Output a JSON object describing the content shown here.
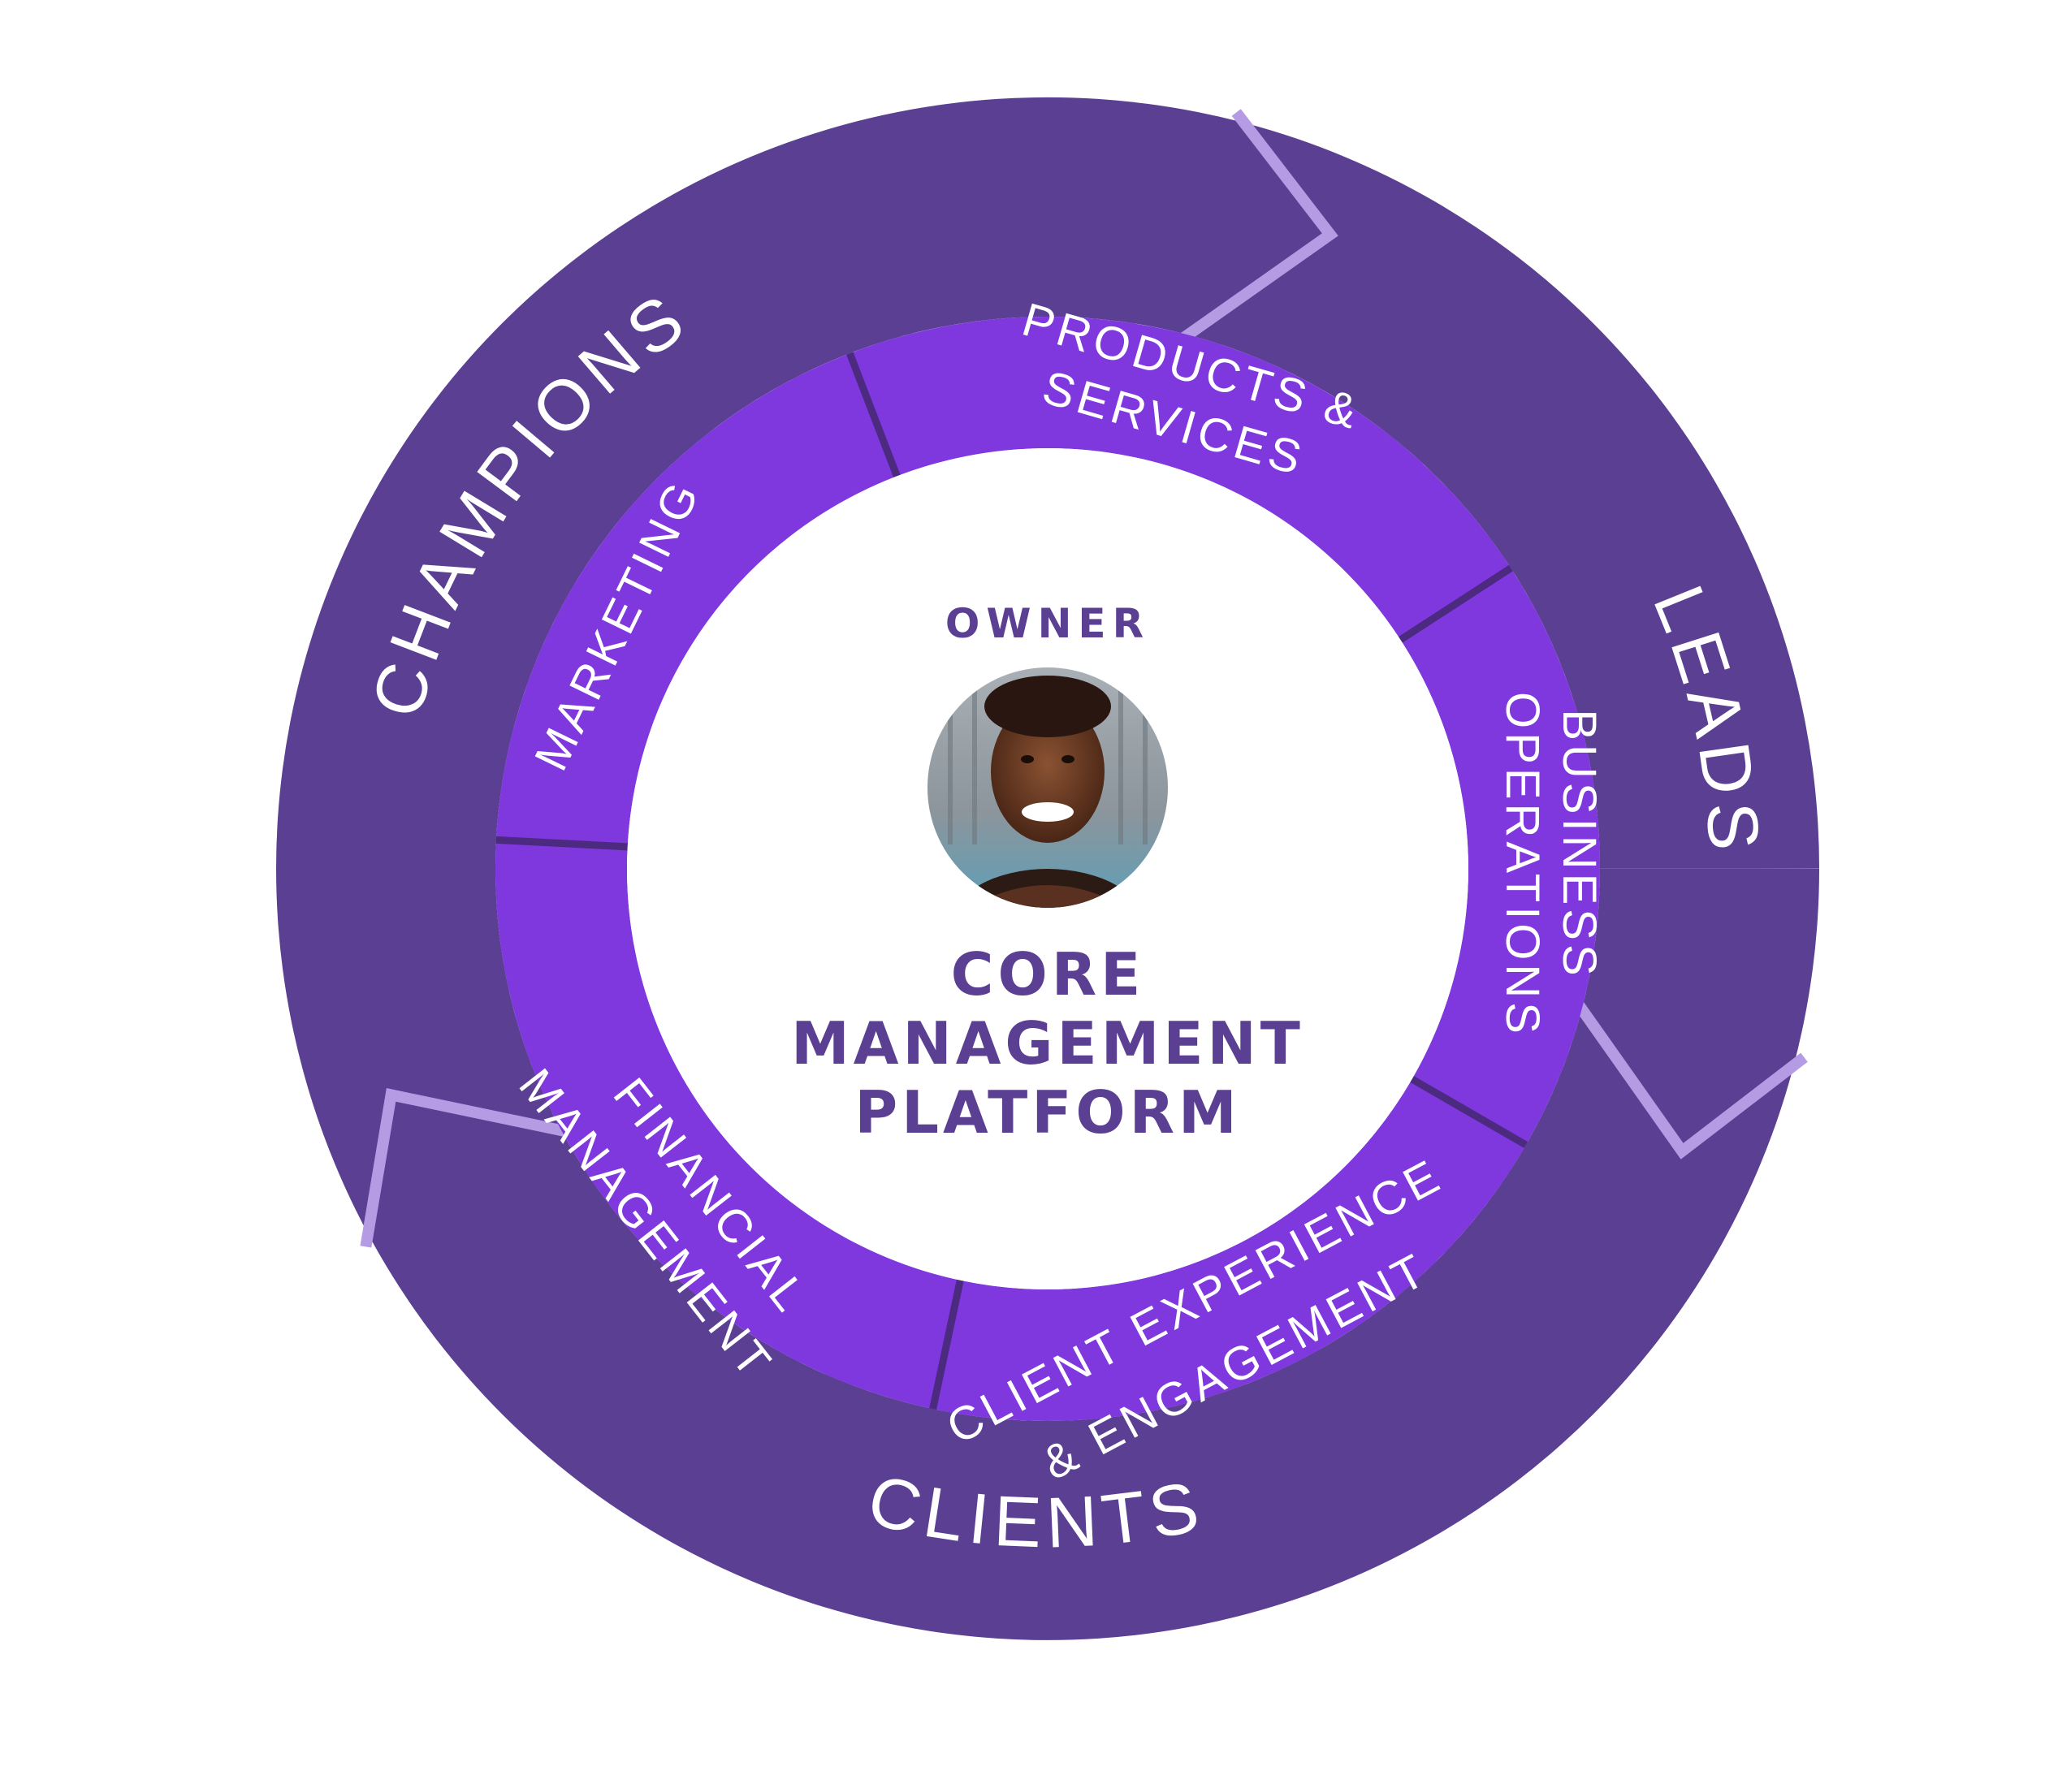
{
  "colors": {
    "outer_ring": "#5b3f92",
    "arrow_highlight": "#b59be3",
    "inner_ring": "#7f37de",
    "divider": "#4b2a80",
    "center_bg": "#ffffff",
    "center_text": "#5b3f92",
    "label_text": "#ffffff"
  },
  "outer_ring": {
    "champions": "CHAMPIONS",
    "leads": "LEADS",
    "clients": "CLIENTS"
  },
  "inner_ring": {
    "products_services": [
      "PRODUCTS &",
      "SERVICES"
    ],
    "business_operations": [
      "BUSINESS",
      "OPERATIONS"
    ],
    "client_experience": [
      "CLIENT EXPERIENCE",
      "& ENGAGEMENT"
    ],
    "financial_management": [
      "FINANCIAL",
      "MANAGEMENT"
    ],
    "marketing": [
      "MARKETING"
    ]
  },
  "center": {
    "heading": "OWNER",
    "avatar_icon": "owner-photo",
    "title_lines": [
      "CORE",
      "MANAGEMENT",
      "PLATFORM"
    ]
  }
}
